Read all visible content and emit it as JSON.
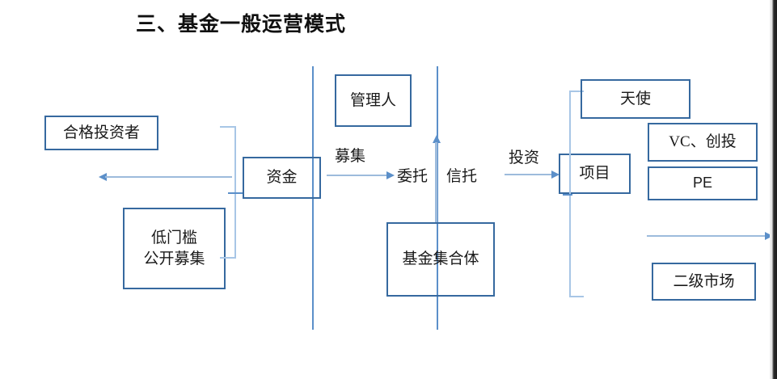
{
  "slide": {
    "title": "三、基金一般运营模式",
    "colors": {
      "box_border": "#36699f",
      "connector_line": "#5b8fc9",
      "arrow_shaft": "#9dbbdc",
      "brace": "#a8c6e6",
      "text": "#1a1a1a",
      "background": "#ffffff"
    }
  },
  "boxes": [
    {
      "id": "qualified-investor",
      "label": "合格投资者"
    },
    {
      "id": "low-threshold-public-offering",
      "label": "低门槛\n公开募集",
      "line1": "低门槛",
      "line2": "公开募集"
    },
    {
      "id": "capital",
      "label": "资金"
    },
    {
      "id": "manager",
      "label": "管理人"
    },
    {
      "id": "fund-collective",
      "label": "基金集合体"
    },
    {
      "id": "project",
      "label": "项目"
    },
    {
      "id": "angel",
      "label": "天使"
    },
    {
      "id": "vc",
      "label": "VC、创投"
    },
    {
      "id": "pe",
      "label": "PE"
    },
    {
      "id": "secondary-market",
      "label": "二级市场"
    }
  ],
  "labels": {
    "raise": "募集",
    "entrust": "委托",
    "trust": "信托",
    "invest": "投资"
  }
}
